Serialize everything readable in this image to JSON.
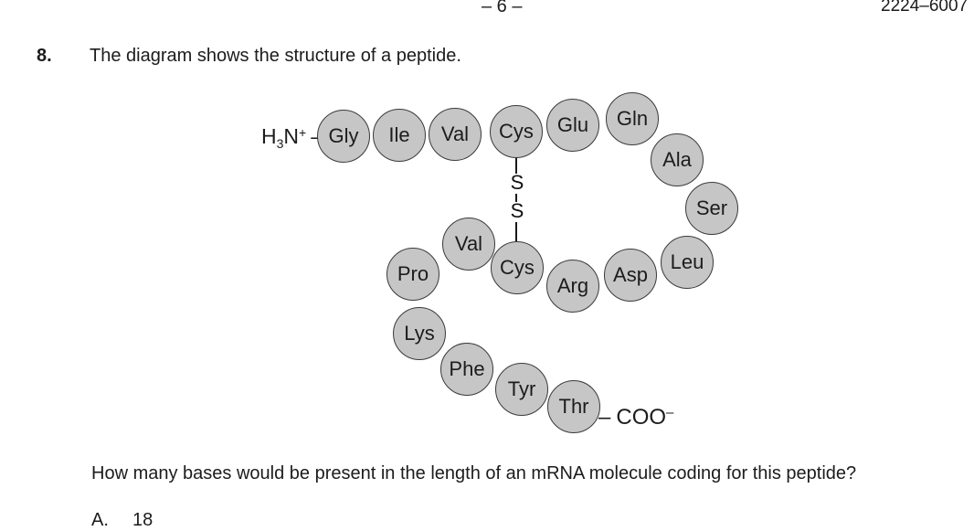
{
  "header": {
    "page_number": "– 6 –",
    "paper_code": "2224–6007"
  },
  "question": {
    "number": "8.",
    "intro": "The diagram shows the structure of a peptide.",
    "prompt": "How many bases would be present in the length of an mRNA molecule coding for this peptide?",
    "options": [
      {
        "letter": "A.",
        "value": "18"
      }
    ]
  },
  "diagram": {
    "n_terminus": {
      "element1": "H",
      "subscript": "3",
      "element2": "N",
      "superscript": "+",
      "bond_dash": "–"
    },
    "c_terminus": {
      "bond_dash": "–",
      "group": "COO",
      "superscript": "–"
    },
    "disulfide_bridge": {
      "sulfur_top": "S",
      "sulfur_bottom": "S"
    },
    "residues": [
      {
        "label": "Gly"
      },
      {
        "label": "Ile"
      },
      {
        "label": "Val"
      },
      {
        "label": "Cys"
      },
      {
        "label": "Glu"
      },
      {
        "label": "Gln"
      },
      {
        "label": "Ala"
      },
      {
        "label": "Ser"
      },
      {
        "label": "Leu"
      },
      {
        "label": "Asp"
      },
      {
        "label": "Arg"
      },
      {
        "label": "Cys"
      },
      {
        "label": "Val"
      },
      {
        "label": "Pro"
      },
      {
        "label": "Lys"
      },
      {
        "label": "Phe"
      },
      {
        "label": "Tyr"
      },
      {
        "label": "Thr"
      }
    ]
  },
  "colors": {
    "circle_fill": "#c6c6c6",
    "circle_stroke": "#3a3a3a",
    "text": "#1c1c1c"
  }
}
